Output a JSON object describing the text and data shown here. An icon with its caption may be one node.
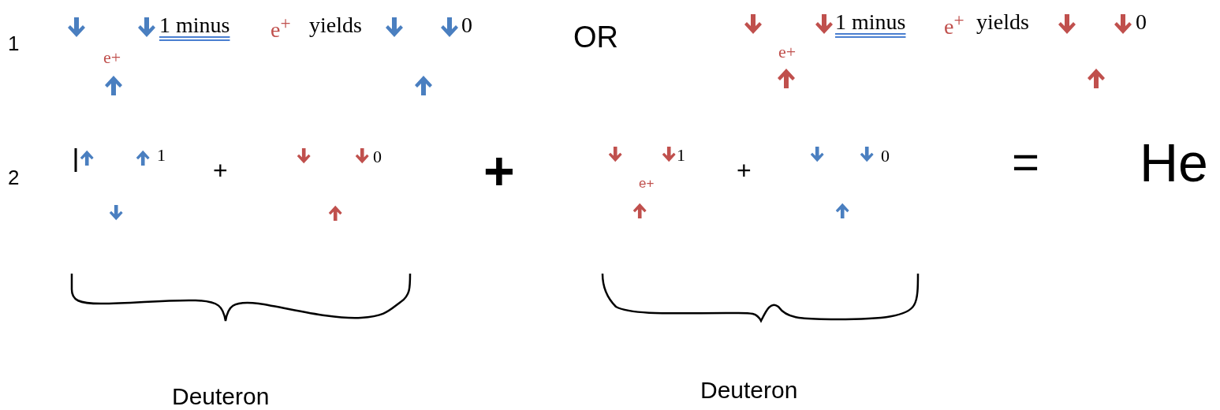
{
  "diagram": {
    "labels": [
      "1 minus",
      "e$^{+}$",
      "yields",
      "0",
      "OR",
      "1 minus",
      "e$^{+}$",
      "yields",
      "0",
      "1",
      "e+",
      "e+",
      "1",
      "0",
      "1",
      "0",
      "=",
      "He",
      "2",
      "+",
      "+",
      "+",
      "e+",
      "Deuteron",
      "Deuteron"
    ]
  }
}
